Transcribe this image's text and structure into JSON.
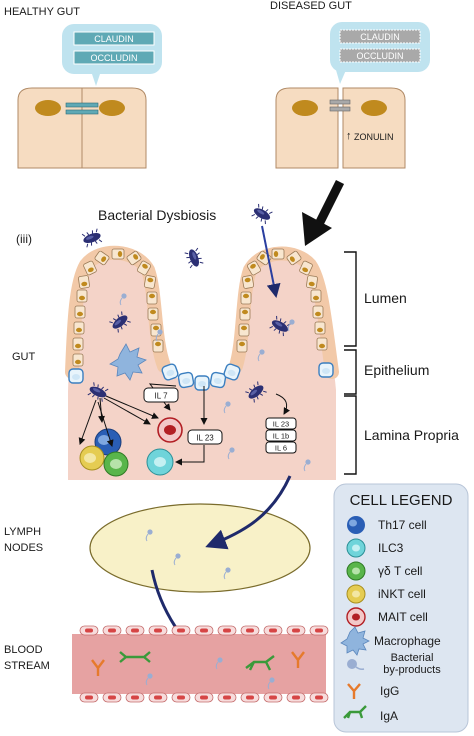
{
  "top": {
    "healthy_title": "HEALTHY GUT",
    "diseased_title": "DISEASED GUT",
    "healthy_proteins": [
      "CLAUDIN",
      "OCCLUDIN"
    ],
    "diseased_proteins": [
      "CLAUDIN",
      "OCCLUDIN"
    ],
    "zonulin_label": "ZONULIN",
    "zonulin_arrow": "↑"
  },
  "middle": {
    "panel_label": "(iii)",
    "dysbiosis_label": "Bacterial Dysbiosis",
    "gut_label": "GUT",
    "brackets": [
      "Lumen",
      "Epithelium",
      "Lamina Propria"
    ],
    "cytokines": {
      "il7": "IL 7",
      "il23_center": "IL 23",
      "stack": [
        "IL 23",
        "IL 1b",
        "IL 6"
      ]
    }
  },
  "lower": {
    "lymph_label": [
      "LYMPH",
      "NODES"
    ],
    "blood_label": [
      "BLOOD",
      "STREAM"
    ]
  },
  "legend": {
    "title": "CELL LEGEND",
    "items": [
      {
        "label": "Th17 cell",
        "icon": "th17-cell-icon"
      },
      {
        "label": "ILC3",
        "icon": "ilc3-cell-icon"
      },
      {
        "label": "γδ T cell",
        "icon": "gamma-delta-t-cell-icon"
      },
      {
        "label": "iNKT cell",
        "icon": "inkt-cell-icon"
      },
      {
        "label": "MAIT cell",
        "icon": "mait-cell-icon"
      },
      {
        "label": "Macrophage",
        "icon": "macrophage-icon"
      },
      {
        "label": [
          "Bacterial",
          "by-products"
        ],
        "icon": "bacterial-byproduct-icon"
      },
      {
        "label": "IgG",
        "icon": "igg-antibody-icon"
      },
      {
        "label": "IgA",
        "icon": "iga-antibody-icon"
      }
    ]
  },
  "colors": {
    "callout_bg": "#bfe3ef",
    "protein_box": "#5fa9b5",
    "protein_box_faded": "#a9a9a9",
    "cell_body": "#f6dcc1",
    "nucleus": "#c08a1e",
    "lamina": "#f4d3c8",
    "lymph": "#f8f1c8",
    "blood": "#e6a2a2",
    "legend_bg": "#dde6f1",
    "arrow": "#1f2a6b",
    "th17": "#2a5eb5",
    "ilc3": "#6fd4da",
    "gd_t": "#59b54a",
    "inkt": "#e5cc52",
    "mait": "#b21f24",
    "macrophage": "#8fb4dd",
    "igg": "#e67a2c",
    "iga": "#3a9a3a"
  }
}
